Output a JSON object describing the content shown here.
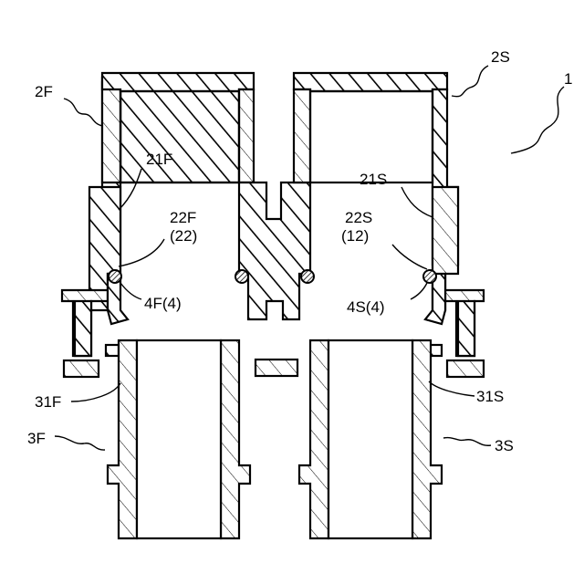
{
  "labels": {
    "assembly": "1",
    "front_housing": "2F",
    "second_housing": "2S",
    "front_inner_wall": "21F",
    "second_inner_wall": "21S",
    "front_groove": "22F",
    "front_groove_ref": "(22)",
    "second_groove": "22S",
    "second_groove_ref": "(12)",
    "front_oring": "4F(4)",
    "second_oring": "4S(4)",
    "front_pipe_wall": "31F",
    "second_pipe_wall": "31S",
    "front_pipe": "3F",
    "second_pipe": "3S"
  }
}
